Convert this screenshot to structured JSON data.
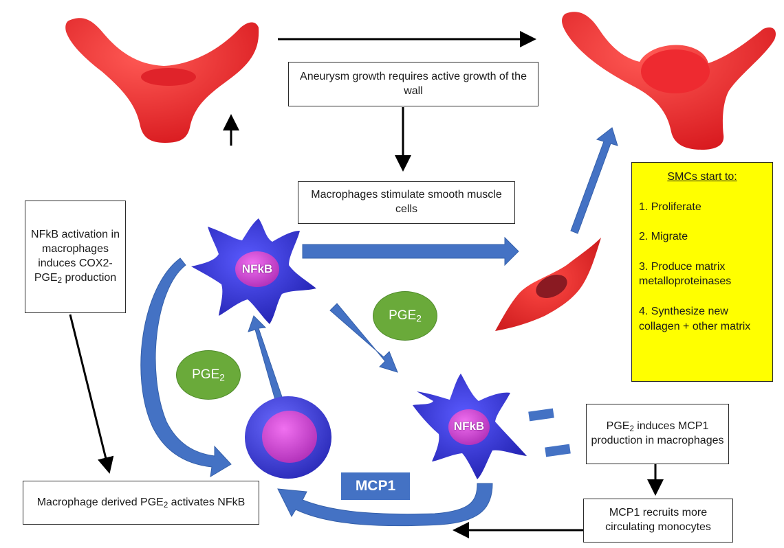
{
  "boxes": {
    "aneurysm_growth": "Aneurysm growth requires active growth of the wall",
    "macrophages_stimulate": "Macrophages stimulate smooth muscle cells",
    "nfkb_activation": {
      "pre": "NFkB activation in macrophages induces COX2-PGE",
      "sub": "2",
      "post": " production"
    },
    "macrophage_derived": {
      "pre": "Macrophage derived PGE",
      "sub": "2",
      "post": " activates NFkB"
    },
    "pge2_induces": {
      "pre": "PGE",
      "sub": "2",
      "post": " induces MCP1 production in macrophages"
    },
    "mcp1_recruits": "MCP1 recruits more circulating monocytes"
  },
  "smc_panel": {
    "title": "SMCs start to:",
    "items": [
      "1. Proliferate",
      "2. Migrate",
      "3. Produce matrix metalloproteinases",
      "4. Synthesize new collagen + other matrix"
    ]
  },
  "ovals": {
    "pge2_upper": {
      "main": "PGE",
      "sub": "2"
    },
    "pge2_left": {
      "main": "PGE",
      "sub": "2"
    }
  },
  "cell_labels": {
    "nfkb_upper": "NFkB",
    "nfkb_lower": "NFkB"
  },
  "mcp1_label": "MCP1",
  "colors": {
    "vessel_red": "#e8262b",
    "arrow_blue": "#4472c4",
    "macrophage_blue": "#2c2cd6",
    "nucleus_magenta": "#c040c8",
    "oval_green": "#6aaa3a",
    "panel_yellow": "#ffff00"
  }
}
